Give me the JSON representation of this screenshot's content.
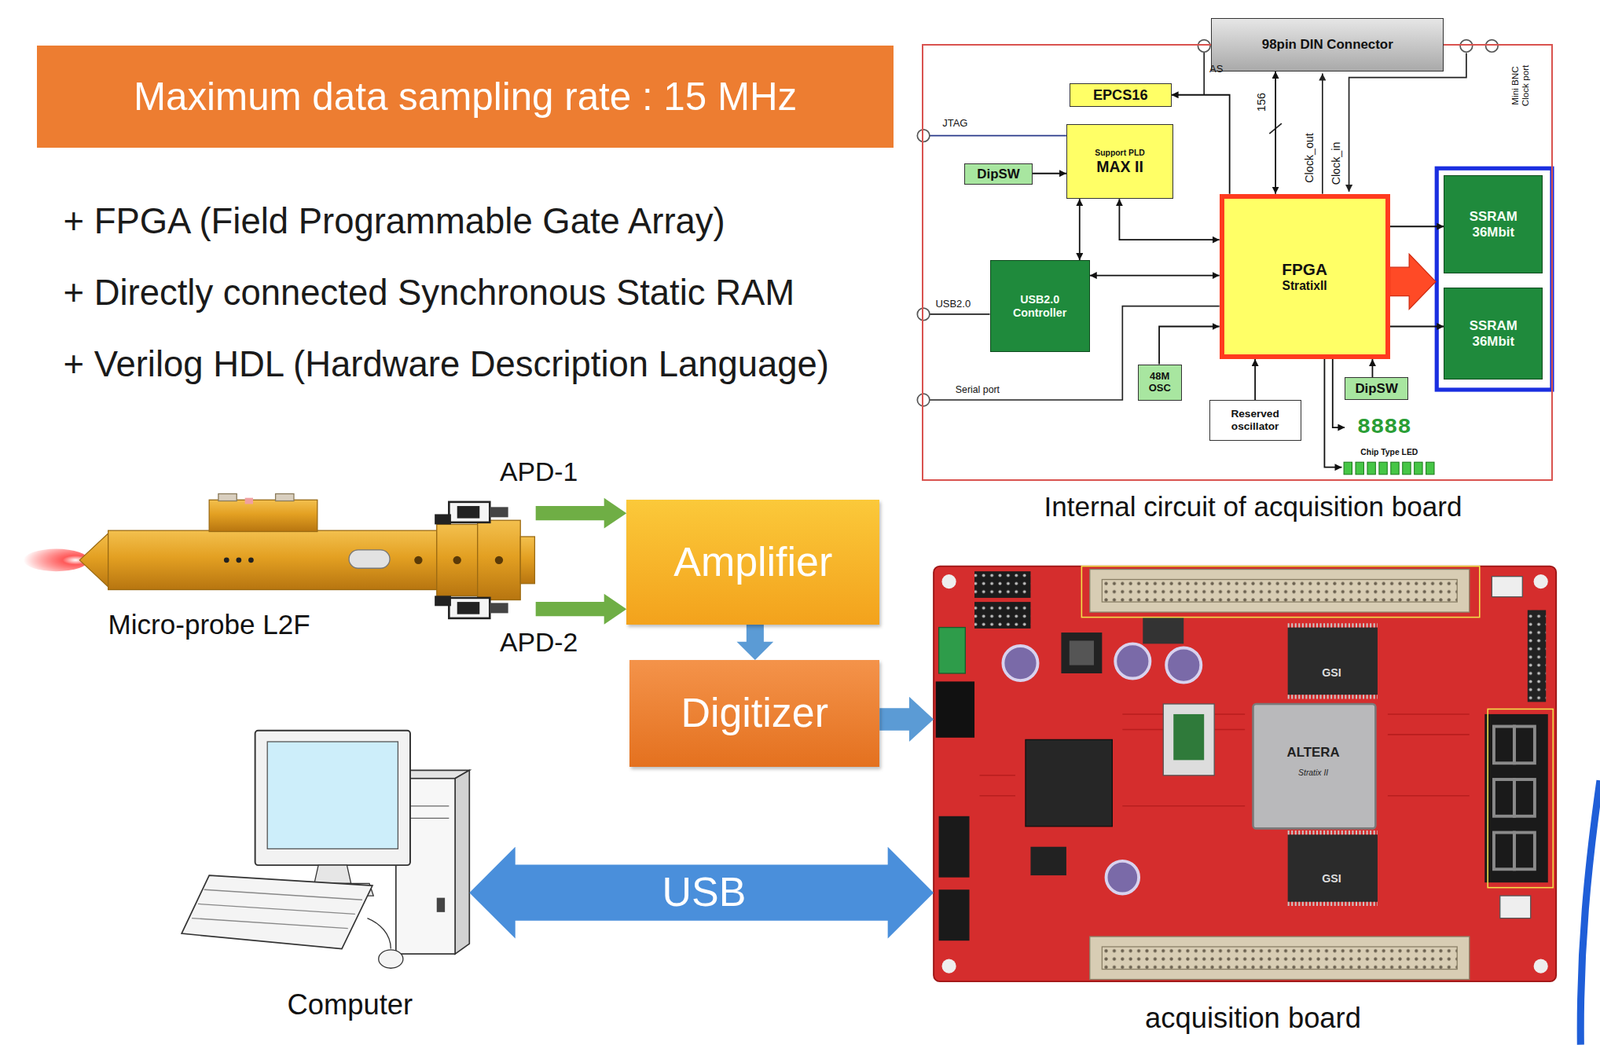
{
  "diagram": {
    "nodes": [
      {
        "text": [
          "Maximum data sampling rate : 15 MHz"
        ]
      },
      {
        "text": [
          "Internal circuit of acquisition board"
        ]
      },
      {
        "text": [
          "98pin DIN Connector"
        ],
        "in": 1
      },
      {
        "text": [
          "EPCS16"
        ],
        "in": 1
      },
      {
        "text": [
          "Support PLD",
          "MAX II"
        ],
        "in": 1
      },
      {
        "text": [
          "DipSW"
        ],
        "in": 1
      },
      {
        "text": [
          "FPGA",
          "StratixII"
        ],
        "in": 1
      },
      {
        "text": [
          "SSRAM 36Mbit"
        ],
        "in": 1
      },
      {
        "text": [
          "USB2.0 Controller"
        ],
        "in": 1
      },
      {
        "text": [
          "SSRAM 36Mbit"
        ],
        "in": 1
      },
      {
        "text": [
          "48M OSC"
        ],
        "in": 1
      },
      {
        "text": [
          "DipSW"
        ],
        "in": 1
      },
      {
        "text": [
          "Reserved oscillator"
        ],
        "in": 1
      },
      {
        "text": [
          "8888"
        ],
        "in": 1
      },
      {
        "text": [
          "Chip Type LED"
        ],
        "in": 1
      },
      {
        "text": [
          "Micro-probe L2F"
        ]
      },
      {
        "text": [
          "Amplifier"
        ]
      },
      {
        "text": [
          "Digitizer"
        ]
      },
      {
        "text": [
          "acquisition board"
        ]
      },
      {
        "text": [
          "Computer"
        ]
      }
    ],
    "edges": [
      {
        "from": 15,
        "to": 16,
        "label": "APD-1",
        "arrow": "to"
      },
      {
        "from": 15,
        "to": 16,
        "label": "APD-2",
        "arrow": "to"
      },
      {
        "from": 16,
        "to": 17,
        "arrow": "to"
      },
      {
        "from": 17,
        "to": 18,
        "arrow": "to"
      },
      {
        "from": 19,
        "to": 18,
        "label": "USB",
        "arrow": "both"
      },
      {
        "from": 2,
        "to": 6,
        "label": "156",
        "arrow": "both"
      },
      {
        "from": 6,
        "to": 3,
        "arrow": "to"
      },
      {
        "from": 5,
        "to": 4,
        "arrow": "to"
      },
      {
        "from": 4,
        "to": 6,
        "arrow": "both"
      },
      {
        "from": 8,
        "to": 4,
        "arrow": "both"
      },
      {
        "from": 8,
        "to": 6,
        "arrow": "both"
      },
      {
        "from": 10,
        "to": 6,
        "arrow": "to"
      },
      {
        "from": 12,
        "to": 6,
        "arrow": "to"
      },
      {
        "from": 11,
        "to": 6,
        "arrow": "to"
      },
      {
        "from": 6,
        "to": 13,
        "arrow": "to"
      },
      {
        "from": 6,
        "to": 14,
        "arrow": "to"
      },
      {
        "from": 6,
        "to": 7,
        "arrow": "to"
      },
      {
        "from": 6,
        "to": 9,
        "arrow": "to"
      }
    ],
    "labels": [
      "+ FPGA (Field Programmable Gate Array)",
      "+ Directly connected Synchronous Static RAM",
      "+ Verilog HDL (Hardware Description Language)",
      "JTAG",
      "USB2.0",
      "Serial port",
      "AS",
      "Clock_out",
      "Clock_in",
      "Mini BNC Clock port",
      "ALTERA",
      "Stratix II",
      "GSI",
      "GSI"
    ]
  }
}
